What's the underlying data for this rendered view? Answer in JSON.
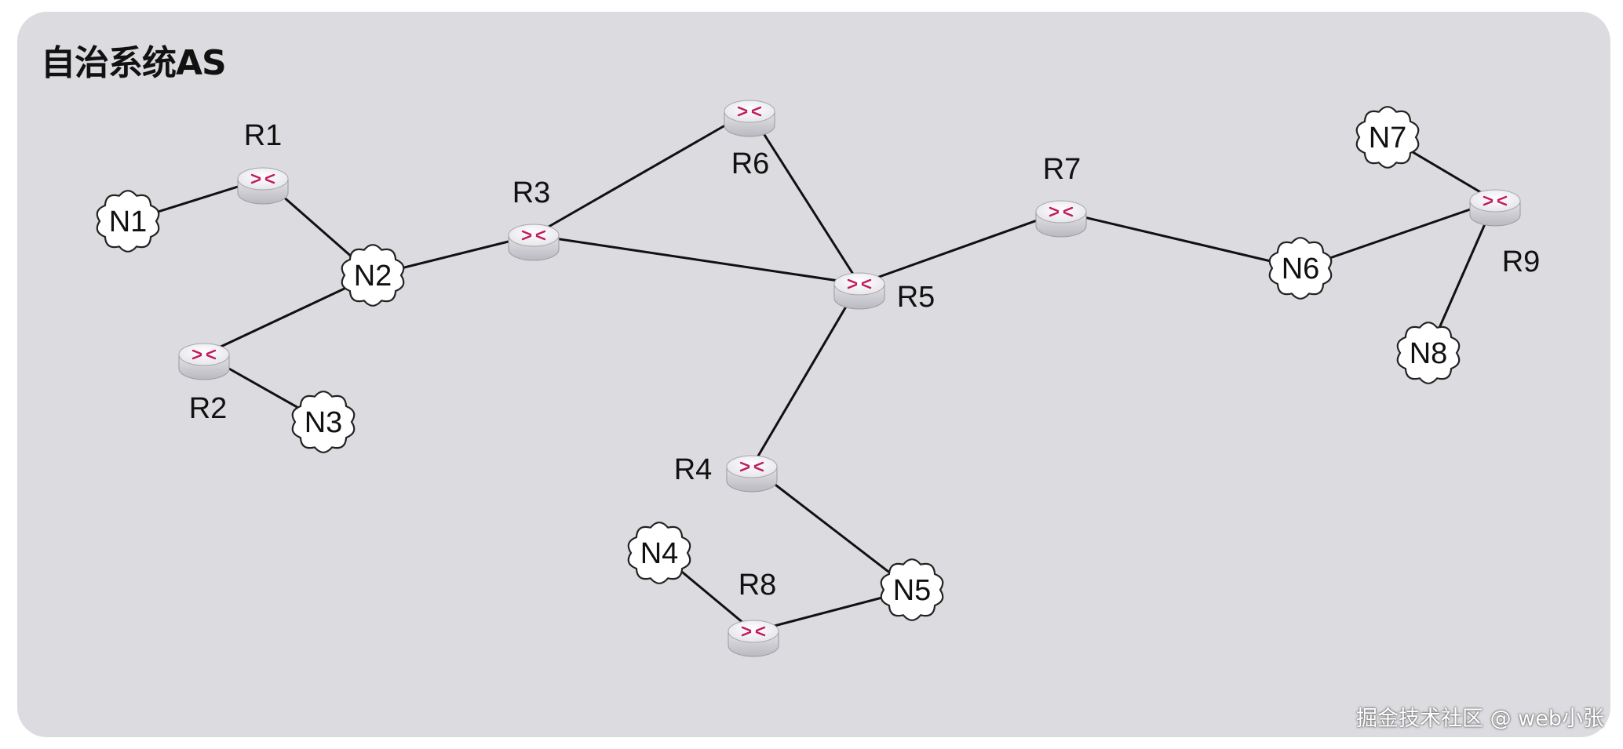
{
  "title": "自治系统AS",
  "watermark": "掘金技术社区 @ web小张",
  "routers": {
    "R1": "R1",
    "R2": "R2",
    "R3": "R3",
    "R4": "R4",
    "R5": "R5",
    "R6": "R6",
    "R7": "R7",
    "R8": "R8",
    "R9": "R9"
  },
  "networks": {
    "N1": "N1",
    "N2": "N2",
    "N3": "N3",
    "N4": "N4",
    "N5": "N5",
    "N6": "N6",
    "N7": "N7",
    "N8": "N8"
  },
  "links": [
    [
      "N1",
      "R1"
    ],
    [
      "R1",
      "N2"
    ],
    [
      "N2",
      "R2"
    ],
    [
      "R2",
      "N3"
    ],
    [
      "N2",
      "R3"
    ],
    [
      "R3",
      "R6"
    ],
    [
      "R3",
      "R5"
    ],
    [
      "R6",
      "R5"
    ],
    [
      "R5",
      "R7"
    ],
    [
      "R5",
      "R4"
    ],
    [
      "R4",
      "N5"
    ],
    [
      "N5",
      "R8"
    ],
    [
      "R8",
      "N4"
    ],
    [
      "R7",
      "N6"
    ],
    [
      "N6",
      "R9"
    ],
    [
      "R9",
      "N7"
    ],
    [
      "R9",
      "N8"
    ]
  ],
  "colors": {
    "panel": "#dcdbdf",
    "router_body": "#f1f1f3",
    "router_arrow": "#c2185b",
    "line": "#111111",
    "cloud": "#ffffff"
  }
}
